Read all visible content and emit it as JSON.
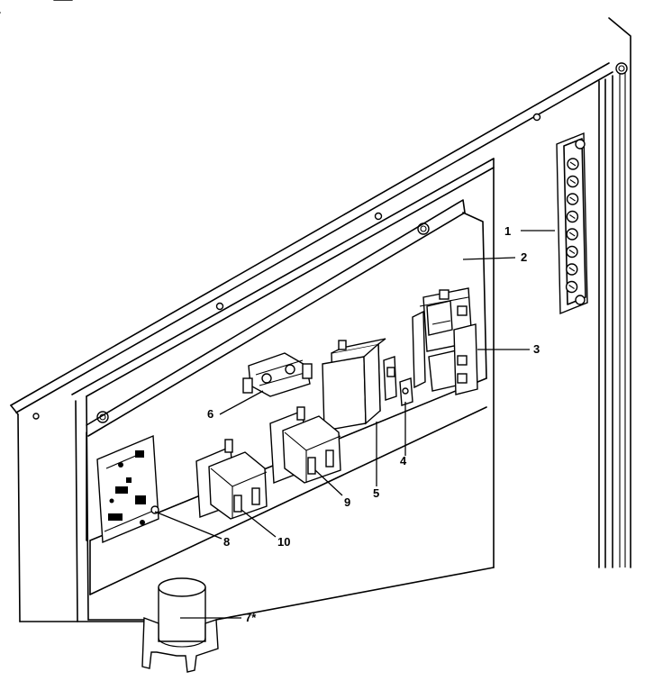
{
  "diagram": {
    "callouts": [
      {
        "id": "1",
        "text": "1",
        "part": "terminal-strip"
      },
      {
        "id": "2",
        "text": "2",
        "part": "control-panel"
      },
      {
        "id": "3",
        "text": "3",
        "part": "contactor"
      },
      {
        "id": "4",
        "text": "4",
        "part": "ground-lug"
      },
      {
        "id": "5",
        "text": "5",
        "part": "transformer"
      },
      {
        "id": "6",
        "text": "6",
        "part": "fuse-holder"
      },
      {
        "id": "7",
        "text": "7*",
        "part": "capacitor"
      },
      {
        "id": "8",
        "text": "8",
        "part": "circuit-board"
      },
      {
        "id": "9",
        "text": "9",
        "part": "relay-upper"
      },
      {
        "id": "10",
        "text": "10",
        "part": "relay-lower"
      }
    ]
  }
}
